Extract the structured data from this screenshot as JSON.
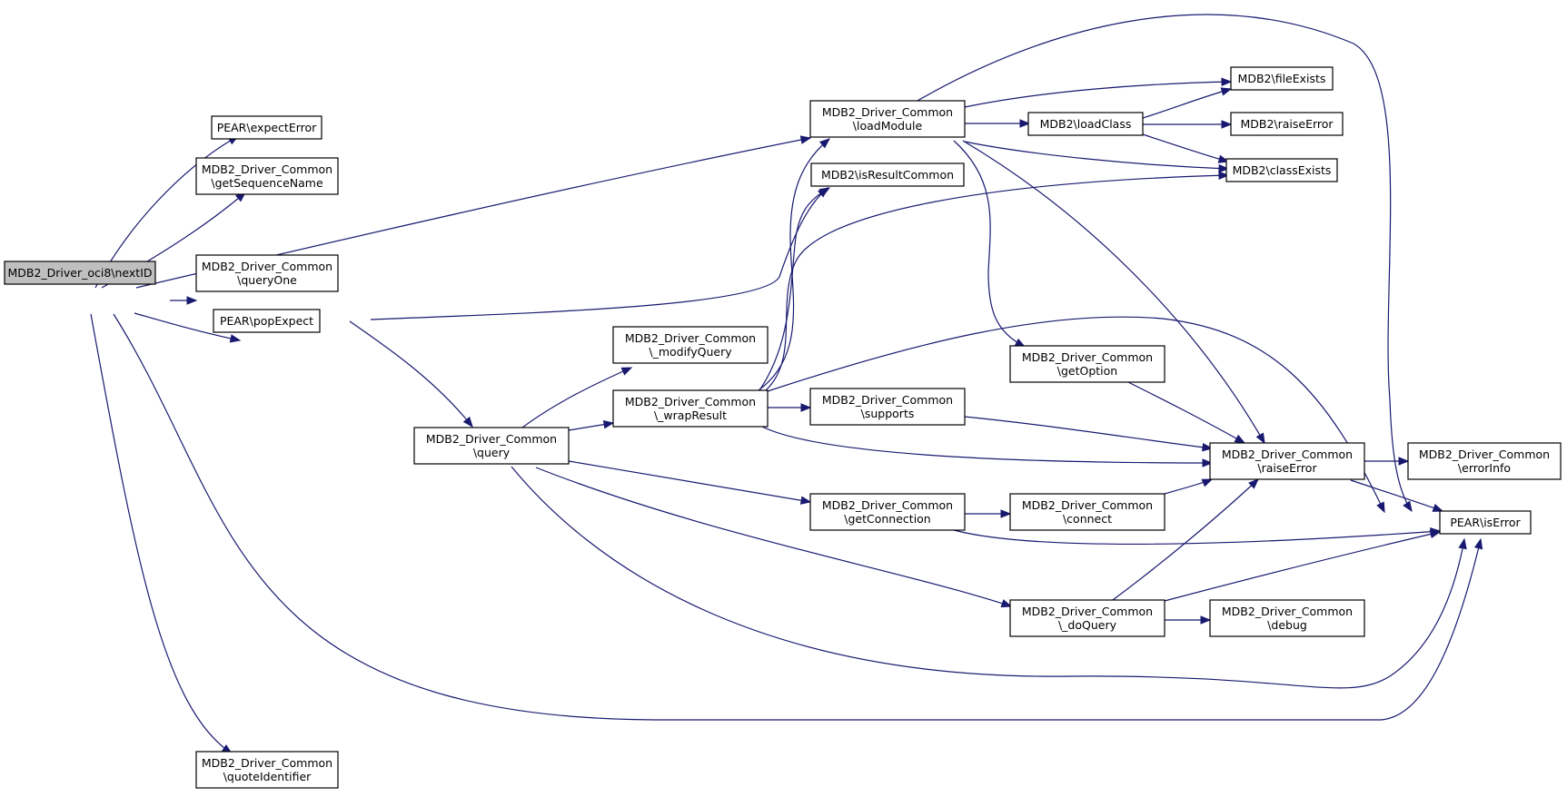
{
  "graph": {
    "nodes": [
      {
        "id": "nextID",
        "lines": [
          "MDB2_Driver_oci8\\nextID"
        ]
      },
      {
        "id": "expectError",
        "lines": [
          "PEAR\\expectError"
        ]
      },
      {
        "id": "getSequenceName",
        "lines": [
          "MDB2_Driver_Common",
          "\\getSequenceName"
        ]
      },
      {
        "id": "queryOne",
        "lines": [
          "MDB2_Driver_Common",
          "\\queryOne"
        ]
      },
      {
        "id": "popExpect",
        "lines": [
          "PEAR\\popExpect"
        ]
      },
      {
        "id": "quoteIdentifier",
        "lines": [
          "MDB2_Driver_Common",
          "\\quoteIdentifier"
        ]
      },
      {
        "id": "query",
        "lines": [
          "MDB2_Driver_Common",
          "\\query"
        ]
      },
      {
        "id": "modifyQuery",
        "lines": [
          "MDB2_Driver_Common",
          "\\_modifyQuery"
        ]
      },
      {
        "id": "wrapResult",
        "lines": [
          "MDB2_Driver_Common",
          "\\_wrapResult"
        ]
      },
      {
        "id": "loadModule",
        "lines": [
          "MDB2_Driver_Common",
          "\\loadModule"
        ]
      },
      {
        "id": "isResultCommon",
        "lines": [
          "MDB2\\isResultCommon"
        ]
      },
      {
        "id": "supports",
        "lines": [
          "MDB2_Driver_Common",
          "\\supports"
        ]
      },
      {
        "id": "getConnection",
        "lines": [
          "MDB2_Driver_Common",
          "\\getConnection"
        ]
      },
      {
        "id": "loadClass",
        "lines": [
          "MDB2\\loadClass"
        ]
      },
      {
        "id": "getOption",
        "lines": [
          "MDB2_Driver_Common",
          "\\getOption"
        ]
      },
      {
        "id": "connect",
        "lines": [
          "MDB2_Driver_Common",
          "\\connect"
        ]
      },
      {
        "id": "doQuery",
        "lines": [
          "MDB2_Driver_Common",
          "\\_doQuery"
        ]
      },
      {
        "id": "fileExists",
        "lines": [
          "MDB2\\fileExists"
        ]
      },
      {
        "id": "mdb2RaiseError",
        "lines": [
          "MDB2\\raiseError"
        ]
      },
      {
        "id": "classExists",
        "lines": [
          "MDB2\\classExists"
        ]
      },
      {
        "id": "raiseError",
        "lines": [
          "MDB2_Driver_Common",
          "\\raiseError"
        ]
      },
      {
        "id": "debug",
        "lines": [
          "MDB2_Driver_Common",
          "\\debug"
        ]
      },
      {
        "id": "errorInfo",
        "lines": [
          "MDB2_Driver_Common",
          "\\errorInfo"
        ]
      },
      {
        "id": "isError",
        "lines": [
          "PEAR\\isError"
        ]
      }
    ],
    "edges": [
      {
        "from": "nextID",
        "to": "expectError"
      },
      {
        "from": "nextID",
        "to": "getSequenceName"
      },
      {
        "from": "nextID",
        "to": "loadModule"
      },
      {
        "from": "nextID",
        "to": "queryOne"
      },
      {
        "from": "nextID",
        "to": "popExpect"
      },
      {
        "from": "nextID",
        "to": "isError"
      },
      {
        "from": "nextID",
        "to": "quoteIdentifier"
      },
      {
        "from": "queryOne",
        "to": "isResultCommon"
      },
      {
        "from": "queryOne",
        "to": "query"
      },
      {
        "from": "query",
        "to": "modifyQuery"
      },
      {
        "from": "query",
        "to": "wrapResult"
      },
      {
        "from": "query",
        "to": "getConnection"
      },
      {
        "from": "query",
        "to": "doQuery"
      },
      {
        "from": "query",
        "to": "isError"
      },
      {
        "from": "wrapResult",
        "to": "loadModule"
      },
      {
        "from": "wrapResult",
        "to": "isResultCommon"
      },
      {
        "from": "wrapResult",
        "to": "classExists"
      },
      {
        "from": "wrapResult",
        "to": "supports"
      },
      {
        "from": "wrapResult",
        "to": "raiseError"
      },
      {
        "from": "wrapResult",
        "to": "isError"
      },
      {
        "from": "loadModule",
        "to": "fileExists"
      },
      {
        "from": "loadModule",
        "to": "loadClass"
      },
      {
        "from": "loadModule",
        "to": "classExists"
      },
      {
        "from": "loadModule",
        "to": "getOption"
      },
      {
        "from": "loadModule",
        "to": "raiseError"
      },
      {
        "from": "loadModule",
        "to": "isError"
      },
      {
        "from": "loadClass",
        "to": "fileExists"
      },
      {
        "from": "loadClass",
        "to": "mdb2RaiseError"
      },
      {
        "from": "loadClass",
        "to": "classExists"
      },
      {
        "from": "supports",
        "to": "raiseError"
      },
      {
        "from": "getOption",
        "to": "raiseError"
      },
      {
        "from": "getConnection",
        "to": "connect"
      },
      {
        "from": "getConnection",
        "to": "isError"
      },
      {
        "from": "connect",
        "to": "raiseError"
      },
      {
        "from": "doQuery",
        "to": "raiseError"
      },
      {
        "from": "doQuery",
        "to": "isError"
      },
      {
        "from": "doQuery",
        "to": "debug"
      },
      {
        "from": "raiseError",
        "to": "errorInfo"
      },
      {
        "from": "raiseError",
        "to": "isError"
      }
    ]
  }
}
